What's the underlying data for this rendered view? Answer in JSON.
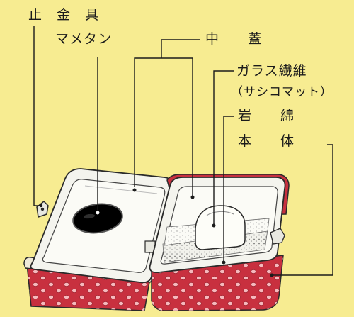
{
  "labels": {
    "fastener": "止　金　具",
    "mametan": "マメタン",
    "inner_lid": "中　　蓋",
    "glass_fiber": "ガラス繊維",
    "glass_fiber_sub": "（サシコマット）",
    "rock_wool": "岩　　綿",
    "body": "本　　体"
  },
  "colors": {
    "background": "#f7ec91",
    "body_red": "#c8303f",
    "dot": "#f8c0c4",
    "lid_white": "#f4f4ee",
    "outline": "#2a2a2a",
    "charcoal": "#000000"
  }
}
